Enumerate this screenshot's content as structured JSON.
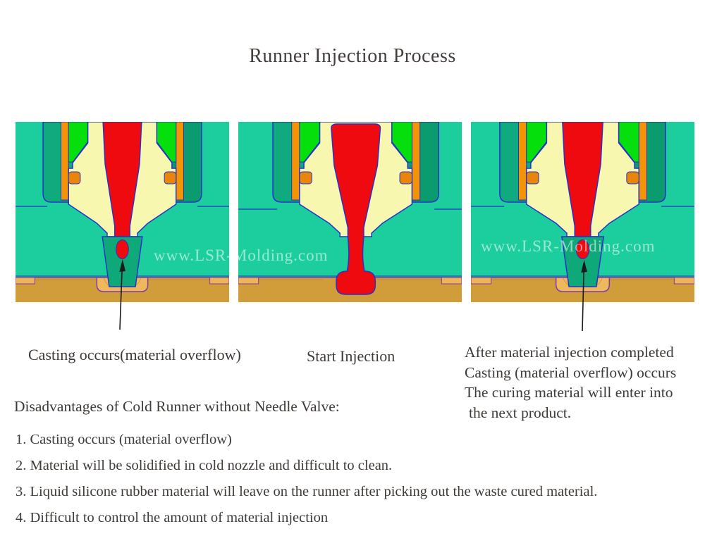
{
  "title": "Runner Injection Process",
  "watermark": "www.LSR-Molding.com",
  "captions": {
    "left": "Casting occurs(material overflow)",
    "middle": "Start Injection",
    "right_lines": [
      "After material injection completed",
      "Casting (material overflow) occurs",
      "The curing material will enter into",
      "the next product."
    ]
  },
  "disadvantages": {
    "heading": "Disadvantages of Cold Runner without Needle Valve:",
    "items": [
      "1. Casting occurs (material overflow)",
      "2. Material will be solidified in cold nozzle and difficult to clean.",
      "3. Liquid silicone rubber material will leave on the runner after picking out the waste cured material.",
      "4. Difficult to control the amount of material injection"
    ]
  },
  "colors": {
    "background_teal": "#1CCD9D",
    "mold_dark_teal": "#0FAA7D",
    "insulator_green": "#05E00C",
    "heater_orange": "#F39306",
    "nozzle_cream": "#F7F7B0",
    "material_red": "#EE0A0E",
    "plate_tan": "#D19C3A",
    "cavity_light": "#EFB457",
    "outline_blue": "#2633C8",
    "outline_purple": "#7F3DA6"
  }
}
